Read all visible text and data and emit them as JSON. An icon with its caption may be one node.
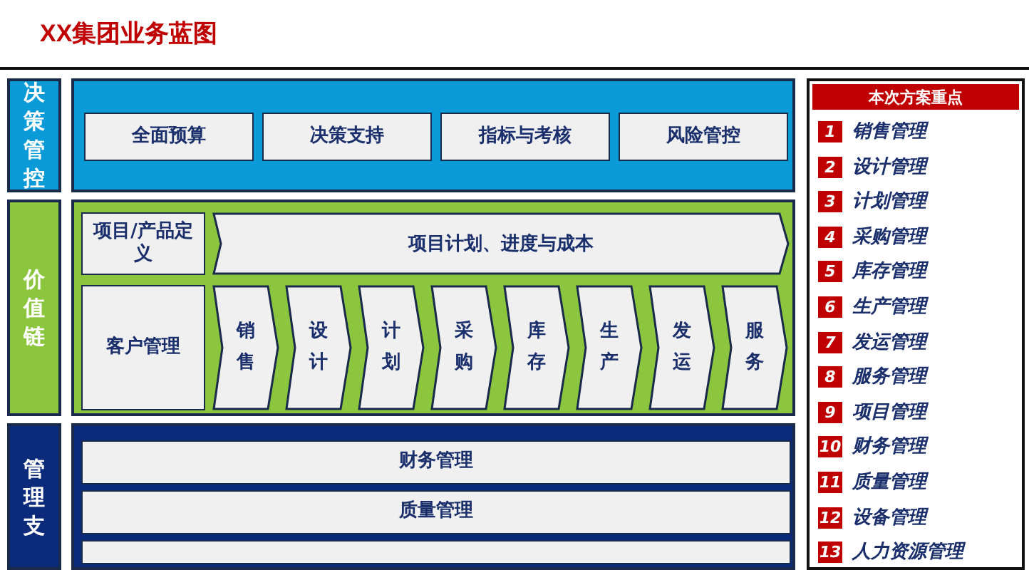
{
  "diagram": {
    "title": "XX集团业务蓝图",
    "nodes": [
      {
        "text": [
          "决策管控"
        ]
      },
      {
        "text": [],
        "shape": "box"
      },
      {
        "text": [
          "全面预算"
        ],
        "in": 1
      },
      {
        "text": [
          "决策支持"
        ],
        "in": 1
      },
      {
        "text": [
          "指标与考核"
        ],
        "in": 1
      },
      {
        "text": [
          "风险管控"
        ],
        "in": 1
      },
      {
        "text": [
          "价值链"
        ]
      },
      {
        "text": [],
        "shape": "box"
      },
      {
        "text": [
          "项目/产品定义"
        ],
        "in": 7
      },
      {
        "text": [
          "项目计划、进度与成本"
        ],
        "in": 7
      },
      {
        "text": [
          "客户管理"
        ],
        "in": 7
      },
      {
        "text": [
          "销售"
        ],
        "in": 7
      },
      {
        "text": [
          "设计"
        ],
        "in": 7
      },
      {
        "text": [
          "计划"
        ],
        "in": 7
      },
      {
        "text": [
          "采购"
        ],
        "in": 7
      },
      {
        "text": [
          "库存"
        ],
        "in": 7
      },
      {
        "text": [
          "生产"
        ],
        "in": 7
      },
      {
        "text": [
          "发运"
        ],
        "in": 7
      },
      {
        "text": [
          "服务"
        ],
        "in": 7
      },
      {
        "text": [
          "管理支"
        ]
      },
      {
        "text": [],
        "shape": "box"
      },
      {
        "text": [
          "财务管理"
        ],
        "in": 20
      },
      {
        "text": [
          "质量管理"
        ],
        "in": 20
      },
      {
        "text": [],
        "shape": "box",
        "in": 20
      },
      {
        "text": [
          "本次方案重点"
        ]
      }
    ],
    "edges": [],
    "labels": [
      "1",
      "销售管理",
      "2",
      "设计管理",
      "3",
      "计划管理",
      "4",
      "采购管理",
      "5",
      "库存管理",
      "6",
      "生产管理",
      "7",
      "发运管理",
      "8",
      "服务管理",
      "9",
      "项目管理",
      "10",
      "财务管理",
      "11",
      "质量管理",
      "12",
      "设备管理",
      "13",
      "人力资源管理"
    ]
  }
}
